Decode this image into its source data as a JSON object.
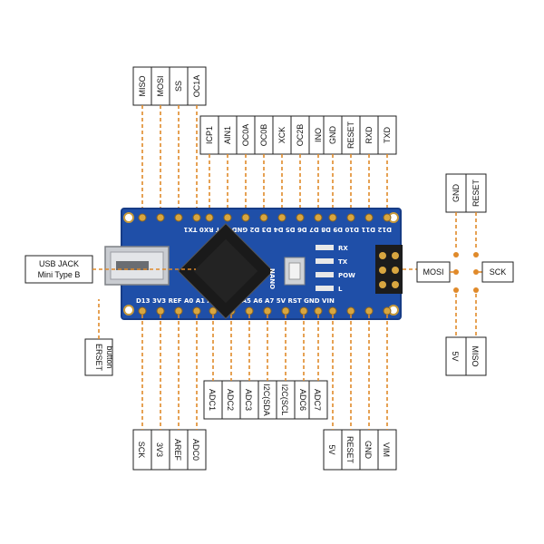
{
  "top_outer_labels": [
    "MISO",
    "MOSI",
    "SS",
    "OC1A"
  ],
  "top_inner_labels": [
    "ICP1",
    "AIN1",
    "OC0A",
    "OC0B",
    "XCK",
    "OC2B",
    "INO",
    "GND",
    "RESET",
    "RXD",
    "TXD"
  ],
  "bottom_inner_labels": [
    "ADC1",
    "ADC2",
    "ADC3",
    "I2C(SDA",
    "I2C(SCL",
    "ADC6",
    "ADC7"
  ],
  "bottom_outer_labels": [
    "SCK",
    "3V3",
    "AREF",
    "ADC0",
    "5V",
    "RESET",
    "GND",
    "VIM"
  ],
  "left_usb_label": {
    "line1": "USB JACK",
    "line2": "Mini Type B"
  },
  "left_reset_label": {
    "line1": "ERSET",
    "line2": "button"
  },
  "icsp_labels": {
    "top_left": "GND",
    "top_right": "RESET",
    "mid_left": "MOSI",
    "mid_right": "SCK",
    "bot_left": "5V",
    "bot_right": "MISO"
  },
  "board": {
    "top_row_silk": "D12 D11 D10 D9 D8 D7 D6 D5 D4 D3 D2 GND RST RX0 TX1",
    "bottom_row_silk": "D13 3V3 REF A0 A1 A2 A3 A4 A5 A6 A7 5V RST GND VIN",
    "logo": "NANO",
    "leds": [
      "RX",
      "TX",
      "POW",
      "L"
    ]
  },
  "colors": {
    "pcb": "#1f4fa8",
    "pcb_edge": "#173c86",
    "leader": "#e08a2a",
    "pad": "#d8a640",
    "chip": "#1a1a1a"
  }
}
